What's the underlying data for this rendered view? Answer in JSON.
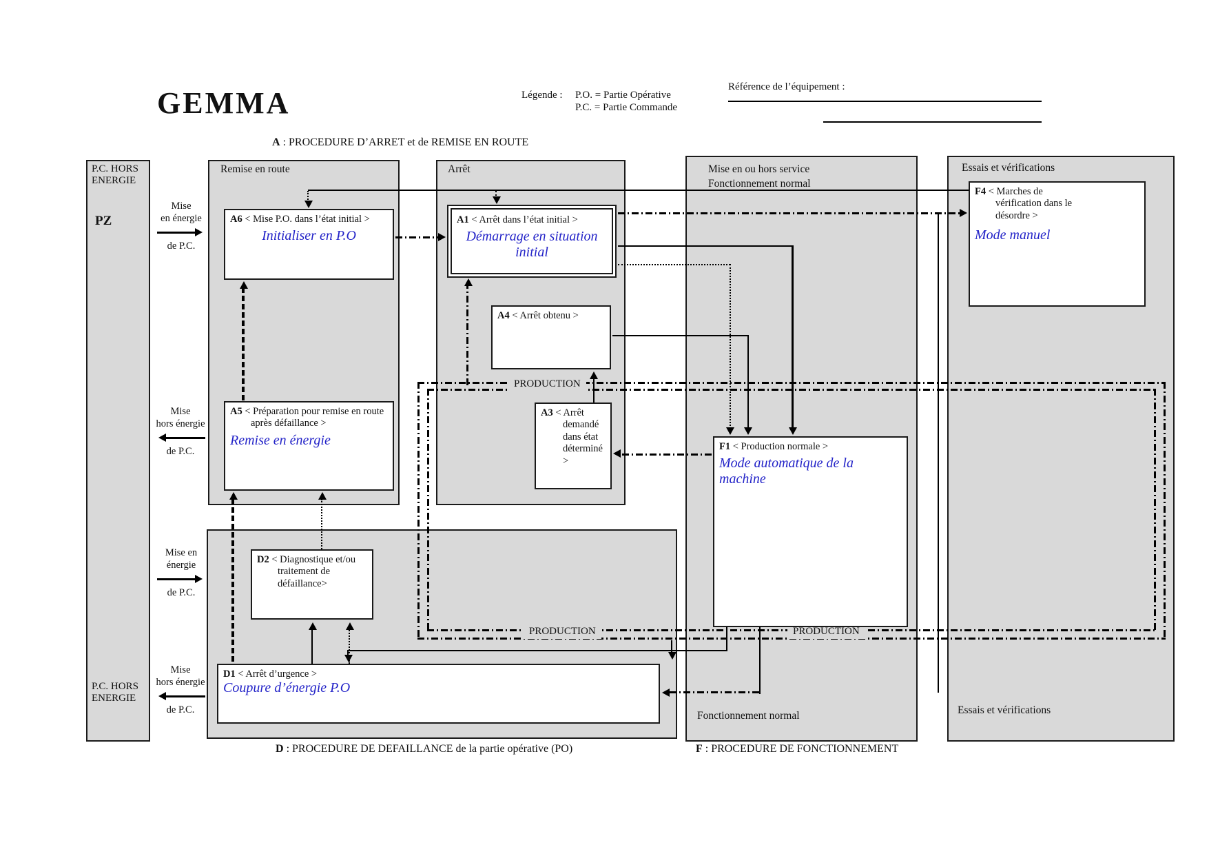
{
  "title": "GEMMA",
  "legend": {
    "label": "Légende :",
    "po": "P.O. =  Partie Opérative",
    "pc": "P.C. =  Partie Commande"
  },
  "reference": {
    "label": "Référence de l’équipement :"
  },
  "procedure_labels": {
    "a": {
      "code": "A",
      "text": " :  PROCEDURE D’ARRET et de REMISE EN ROUTE"
    },
    "d": {
      "code": "D",
      "text": " : PROCEDURE DE DEFAILLANCE de la partie opérative (PO)"
    },
    "f": {
      "code": "F",
      "text": " : PROCEDURE DE FONCTIONNEMENT"
    }
  },
  "regions": {
    "pz": {
      "top_label": "P.C. HORS ENERGIE",
      "pz": "PZ",
      "bottom_label": "P.C. HORS ENERGIE"
    },
    "remise_en_route": {
      "label": "Remise en route"
    },
    "arret": {
      "label": "Arrêt"
    },
    "service": {
      "line1": "Mise en ou hors service",
      "line2": "Fonctionnement normal",
      "bottom_label": "Fonctionnement normal"
    },
    "essais": {
      "top_label": "Essais et vérifications",
      "bottom_label": "Essais et vérifications"
    }
  },
  "states": {
    "a6": {
      "code": "A6",
      "desc": "< Mise P.O. dans l’état initial >",
      "mode": "Initialiser en P.O"
    },
    "a1": {
      "code": "A1",
      "desc": "< Arrêt dans l’état initial >",
      "mode": "Démarrage en situation initial"
    },
    "a4": {
      "code": "A4",
      "desc": "< Arrêt obtenu >"
    },
    "a3": {
      "code": "A3",
      "desc": "< Arrêt demandé dans état déterminé >"
    },
    "a5": {
      "code": "A5",
      "desc": "< Préparation pour remise en route après défaillance >",
      "mode": "Remise en énergie"
    },
    "f1": {
      "code": "F1",
      "desc": "< Production normale >",
      "mode": "Mode automatique de la machine"
    },
    "f4": {
      "code": "F4",
      "desc": "< Marches de vérification dans le désordre >",
      "mode": "Mode manuel"
    },
    "d2": {
      "code": "D2",
      "desc": "< Diagnostique et/ou traitement de défaillance>"
    },
    "d1": {
      "code": "D1",
      "desc": "< Arrêt d’urgence >",
      "mode": "Coupure d’énergie P.O"
    }
  },
  "energy_labels": [
    {
      "line1": "Mise",
      "line2": "en énergie",
      "line3": "de P.C.",
      "direction": "right"
    },
    {
      "line1": "Mise",
      "line2": "hors énergie",
      "line3": "de P.C.",
      "direction": "left"
    },
    {
      "line1": "Mise en",
      "line2": "énergie",
      "line3": "de P.C.",
      "direction": "right"
    },
    {
      "line1": "Mise",
      "line2": "hors énergie",
      "line3": "de P.C.",
      "direction": "left"
    }
  ],
  "production_labels": [
    "PRODUCTION",
    "PRODUCTION",
    "PRODUCTION"
  ],
  "colors": {
    "region_fill": "#d9d9d9",
    "box_fill": "#ffffff",
    "line": "#000000",
    "mode_text": "#2323c8"
  }
}
